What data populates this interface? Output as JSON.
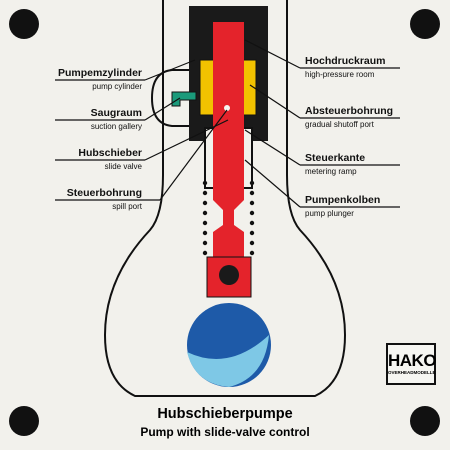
{
  "title": "Hubschieberpumpe",
  "subtitle": "Pump with slide-valve control",
  "logo": {
    "main": "HAKO",
    "sub": "OVERHEADMODELLE"
  },
  "labels": {
    "left": [
      {
        "de": "Pumpemzylinder",
        "en": "pump cylinder"
      },
      {
        "de": "Saugraum",
        "en": "suction gallery"
      },
      {
        "de": "Hubschieber",
        "en": "slide valve"
      },
      {
        "de": "Steuerbohrung",
        "en": "spill port"
      }
    ],
    "right": [
      {
        "de": "Hochdruckraum",
        "en": "high-pressure room"
      },
      {
        "de": "Absteuerbohrung",
        "en": "gradual shutoff port"
      },
      {
        "de": "Steuerkante",
        "en": "metering ramp"
      },
      {
        "de": "Pumpenkolben",
        "en": "pump plunger"
      }
    ]
  },
  "colors": {
    "background": "#f2f1ec",
    "plunger": "#e4232b",
    "cylinder": "#1a1a1a",
    "slide_valve": "#f2c200",
    "suction": "#1a9a7a",
    "cam_dark": "#1e5aa8",
    "cam_light": "#7ec8e6",
    "spring": "#1a1a1a",
    "roller_block": "#e4232b"
  },
  "icons": [
    "mounting-hole-icon",
    "mounting-hole-icon",
    "mounting-hole-icon",
    "mounting-hole-icon"
  ]
}
